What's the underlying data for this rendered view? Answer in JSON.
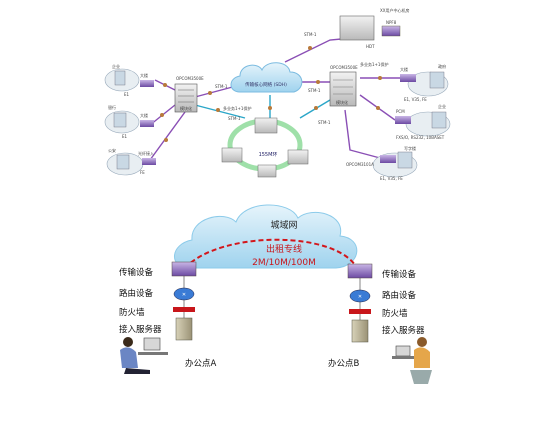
{
  "top_network": {
    "core_cloud_label": "传输核心网络 (SDH)",
    "top_right_site": [
      "XX用户中心机房",
      "NPF8",
      "HDT"
    ],
    "left_node": "OPCOM3500E",
    "left_node_port": "模块化",
    "right_node": "OPCOM3500E",
    "right_node_port": "模块化",
    "stm_labels": [
      "STM-1",
      "STM-1",
      "STM-1",
      "STM-1",
      "STM-1"
    ],
    "protect_labels": [
      "多业务1+1保护",
      "多业务1+1保护"
    ],
    "ring_label": "155M环",
    "left_sites": [
      {
        "name": "企业",
        "device": "大楼",
        "code": "E1"
      },
      {
        "name": "银行",
        "device": "大楼",
        "code": "E1"
      },
      {
        "name": "公安",
        "device": "光纤接入",
        "code": "FE"
      }
    ],
    "right_sites": [
      {
        "name": "政府",
        "device": "大楼",
        "code": "E1, V35, FE"
      },
      {
        "name": "企业",
        "device": "PCM",
        "code": "FXS/O, RS232, 10BASET"
      },
      {
        "name": "写字楼",
        "device": "OPCOM3101A",
        "code": "E1, V35, FE"
      }
    ]
  },
  "bottom_network": {
    "cloud_label": "城域网",
    "leased_line_label": "出租专线",
    "bandwidth_label": "2M/10M/100M",
    "device_labels": [
      "传输设备",
      "路由设备",
      "防火墙",
      "接入服务器"
    ],
    "office_a": "办公点A",
    "office_b": "办公点B"
  },
  "colors": {
    "line_purple": "#8a4fb5",
    "line_cyan": "#2aa6c8",
    "dashed_red": "#d3161b",
    "cloud_blue": "#bfe3f5"
  }
}
